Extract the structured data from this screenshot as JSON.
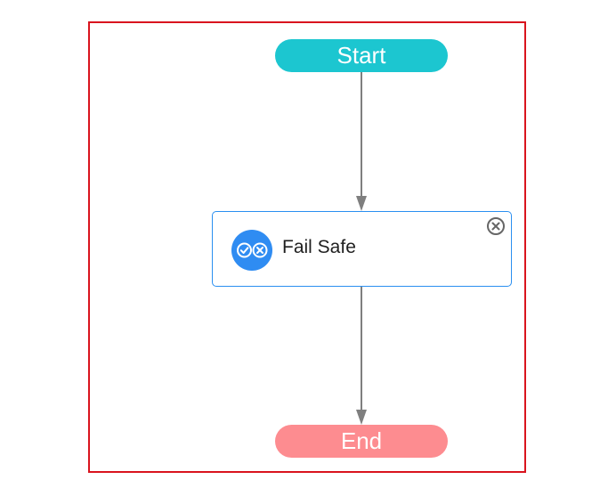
{
  "flow": {
    "start": {
      "label": "Start",
      "color": "#1cc6d0"
    },
    "end": {
      "label": "End",
      "color": "#fd8c90"
    },
    "steps": [
      {
        "label": "Fail Safe",
        "icon": "fail-safe-icon",
        "action_icon": "remove-icon"
      }
    ],
    "connectors": [
      {
        "from": "Start",
        "to": "Fail Safe"
      },
      {
        "from": "Fail Safe",
        "to": "End"
      }
    ]
  },
  "colors": {
    "canvas_border": "#d9141e",
    "connector": "#7f7f7f",
    "step_border": "#2a8ff0",
    "step_icon": "#2f8cf2"
  }
}
